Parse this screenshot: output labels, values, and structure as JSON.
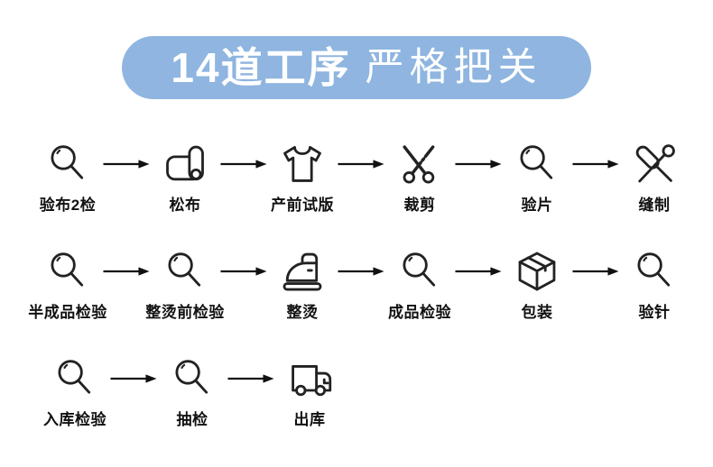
{
  "header": {
    "title_bold": "14道工序",
    "title_light": "严格把关",
    "pill_color": "#8FB5E0",
    "text_color": "#FFFFFF"
  },
  "style": {
    "icon_stroke_color": "#222222",
    "label_color": "#111111",
    "background_color": "#FFFFFF"
  },
  "rows": [
    {
      "steps": [
        {
          "label": "验布2检",
          "icon": "magnifier-icon"
        },
        {
          "label": "松布",
          "icon": "fabric-roll-icon"
        },
        {
          "label": "产前试版",
          "icon": "tshirt-icon"
        },
        {
          "label": "裁剪",
          "icon": "scissors-icon"
        },
        {
          "label": "验片",
          "icon": "magnifier-icon"
        },
        {
          "label": "缝制",
          "icon": "needle-thread-icon"
        }
      ]
    },
    {
      "steps": [
        {
          "label": "半成品检验",
          "icon": "magnifier-icon"
        },
        {
          "label": "整烫前检验",
          "icon": "magnifier-icon"
        },
        {
          "label": "整烫",
          "icon": "iron-icon"
        },
        {
          "label": "成品检验",
          "icon": "magnifier-icon"
        },
        {
          "label": "包装",
          "icon": "package-box-icon"
        },
        {
          "label": "验针",
          "icon": "magnifier-icon"
        }
      ]
    },
    {
      "steps": [
        {
          "label": "入库检验",
          "icon": "magnifier-icon"
        },
        {
          "label": "抽检",
          "icon": "magnifier-icon"
        },
        {
          "label": "出库",
          "icon": "truck-icon"
        }
      ]
    }
  ]
}
